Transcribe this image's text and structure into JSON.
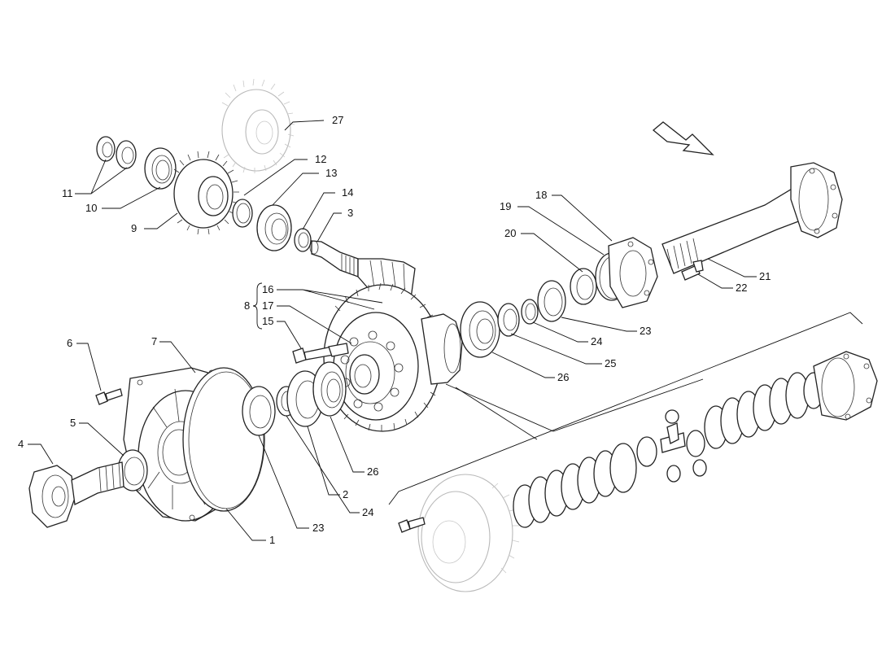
{
  "callouts": {
    "c1": "1",
    "c2": "2",
    "c3": "3",
    "c4": "4",
    "c5": "5",
    "c6": "6",
    "c7": "7",
    "c8": "8",
    "c9": "9",
    "c10": "10",
    "c11": "11",
    "c12": "12",
    "c13": "13",
    "c14": "14",
    "c15": "15",
    "c16": "16",
    "c17": "17",
    "c18": "18",
    "c19": "19",
    "c20": "20",
    "c21": "21",
    "c22": "22",
    "c23a": "23",
    "c23b": "23",
    "c24a": "24",
    "c24b": "24",
    "c25": "25",
    "c26a": "26",
    "c26b": "26",
    "c27": "27"
  },
  "colors": {
    "ink": "#111111",
    "ghost": "#b9b9b9",
    "background": "#ffffff"
  },
  "icons": {
    "direction": "arrow-right-down-icon"
  }
}
